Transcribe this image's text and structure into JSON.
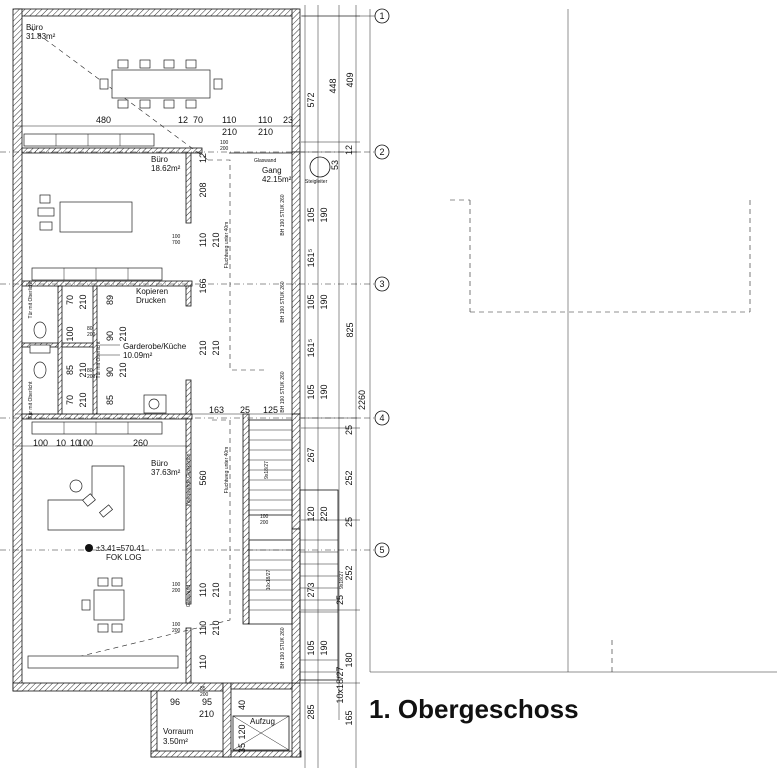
{
  "title": "1. Obergeschoss",
  "rooms": {
    "buero_top": {
      "name": "Büro",
      "area": "31.83m²"
    },
    "buero_mid": {
      "name": "Büro",
      "area": "18.62m²"
    },
    "gang": {
      "name": "Gang",
      "area": "42.15m²"
    },
    "kopieren": {
      "name": "Kopieren",
      "sub": "Drucken"
    },
    "garderobe": {
      "name": "Garderobe/Küche",
      "area": "10.09m²"
    },
    "buero_low": {
      "name": "Büro",
      "area": "37.63m²"
    },
    "vorraum": {
      "name": "Vorraum",
      "area": "3.50m²"
    },
    "aufzug": {
      "name": "Aufzug"
    }
  },
  "level": {
    "line1": "±3.41=570.41",
    "line2": "FOK LOG"
  },
  "labels": {
    "glaswand": "Glaswand",
    "stiegenlauf": "Steigleiter",
    "fluchtweg1": "Fluchtweg unter 40m",
    "fluchtweg2": "Fluchtweg unter 40m",
    "innen_gips": "Innenwände Gipskarton",
    "glaswand2": "Glaswand",
    "stair1": "9x18/27",
    "stair2": "10x18/27",
    "stair3": "9x18/27",
    "stair4": "10x18/27",
    "tuer1": "Tür mit Oberlicht",
    "tuer2": "Tür mit Oberlicht",
    "tuer3": "Tür mit Oberlicht",
    "bh1": "BH 190 STUK 260",
    "bh2": "BH 190 STUK 260",
    "bh3": "BH 190 STUK 260",
    "bh4": "BH 190 STUK 260"
  },
  "axes": [
    "1",
    "2",
    "3",
    "4",
    "5"
  ],
  "dims": {
    "top_row": [
      "480",
      "12",
      "70",
      "110",
      "110",
      "23"
    ],
    "d210a": "210",
    "d210b": "210",
    "d100_200a": "100",
    "d100_200b": "200",
    "d12": "12",
    "d208": "208",
    "d110a": "110",
    "d210c": "210",
    "d166": "166",
    "d210d": "210",
    "d560": "560",
    "d210e": "210",
    "d110b": "110",
    "d210f": "210",
    "d163": "163",
    "d25a": "25",
    "d125": "125",
    "row4": [
      "100",
      "10",
      "10",
      "100",
      "260"
    ],
    "d96": "96",
    "d95": "95",
    "d210g": "210",
    "d110c": "110",
    "left_col": [
      "70",
      "210",
      "100",
      "210",
      "85",
      "210",
      "70",
      "210"
    ],
    "mid_col": [
      "89",
      "80",
      "90",
      "210",
      "80",
      "90",
      "210",
      "85"
    ],
    "door_small": [
      "80",
      "200",
      "80",
      "200",
      "100",
      "700",
      "100",
      "200",
      "100",
      "200",
      "100",
      "200",
      "100",
      "200",
      "100",
      "200",
      "85",
      "200"
    ],
    "gang_col": [
      "53",
      "105",
      "190",
      "161⁵",
      "105",
      "190",
      "161⁵",
      "105",
      "190",
      "267",
      "120",
      "220",
      "273",
      "105",
      "190"
    ],
    "right_col1": [
      "572",
      "12",
      "825",
      "25",
      "252",
      "25",
      "180",
      "10x18/27",
      "285",
      "165"
    ],
    "right_col2": [
      "448",
      "409",
      "2260",
      "252",
      "16⁵"
    ],
    "d120a": "120",
    "d40": "40",
    "d120b": "120",
    "d35": "35"
  }
}
